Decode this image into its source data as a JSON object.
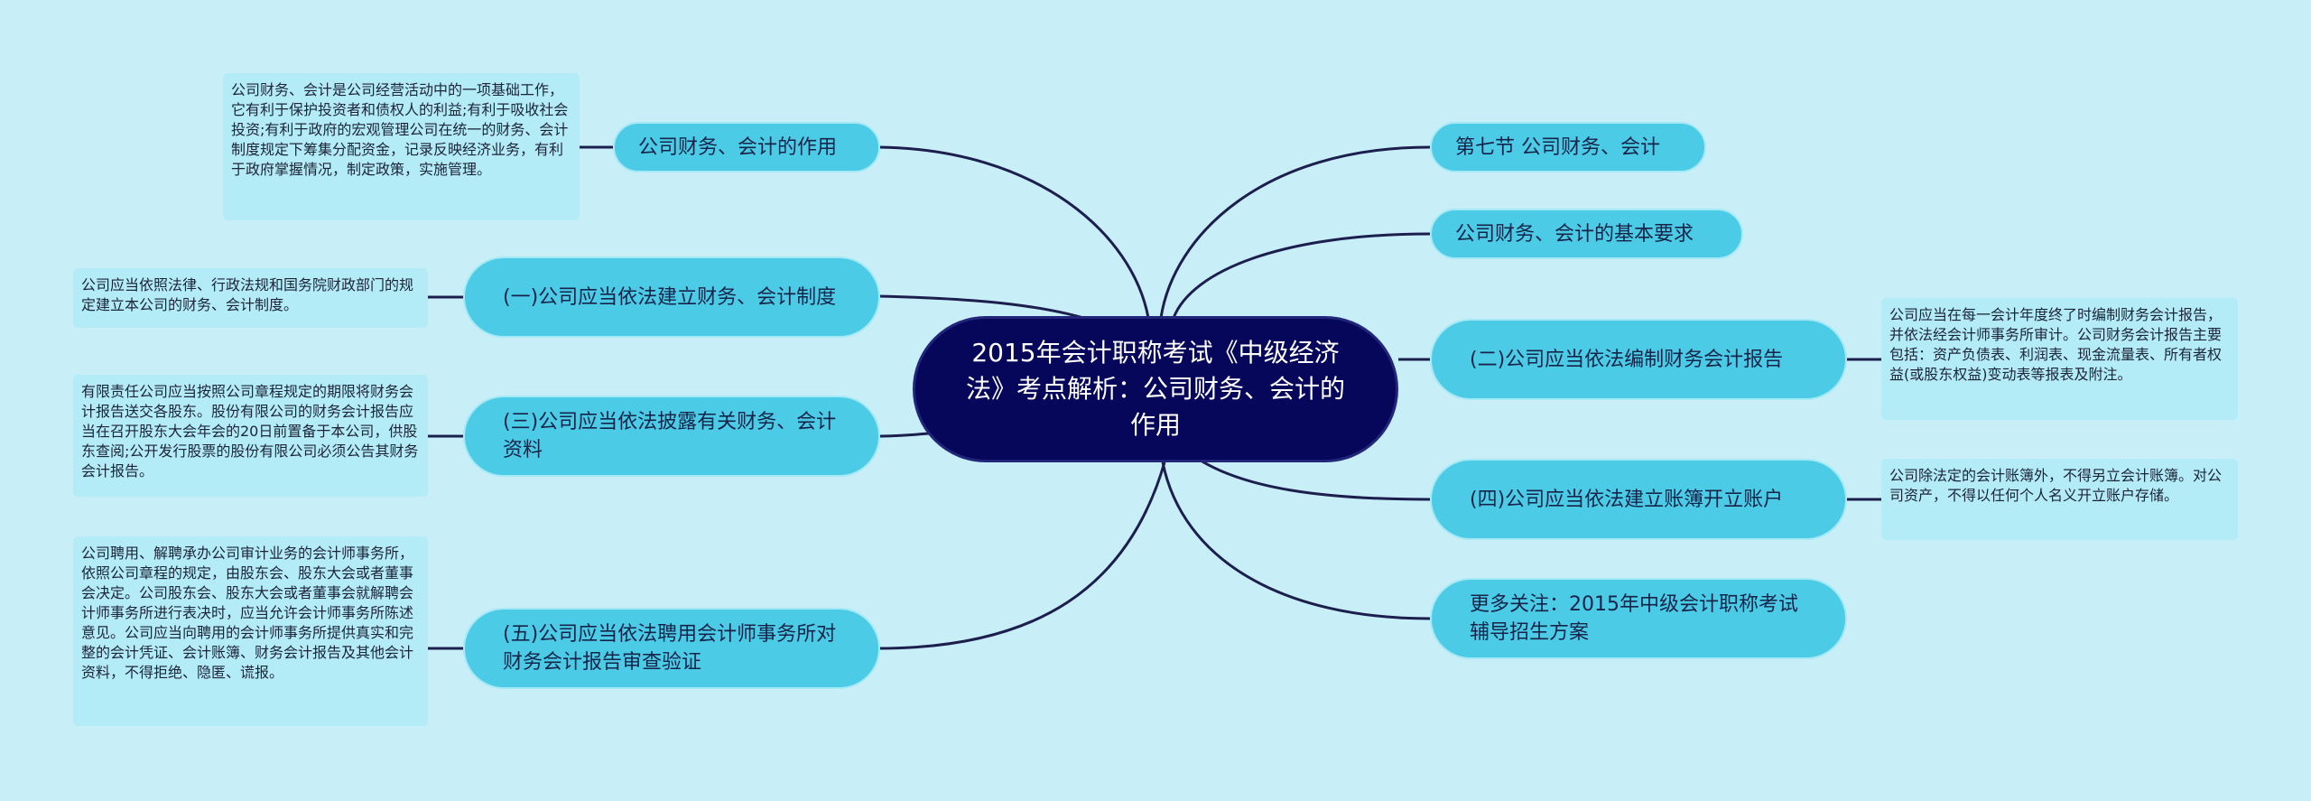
{
  "root": {
    "title": "2015年会计职称考试《中级经济法》考点解析：公司财务、会计的作用"
  },
  "left_nodes": [
    {
      "label": "公司财务、会计的作用",
      "note": "公司财务、会计是公司经营活动中的一项基础工作，它有利于保护投资者和债权人的利益;有利于吸收社会投资;有利于政府的宏观管理公司在统一的财务、会计制度规定下筹集分配资金，记录反映经济业务，有利于政府掌握情况，制定政策，实施管理。"
    },
    {
      "label": "(一)公司应当依法建立财务、会计制度",
      "note": "公司应当依照法律、行政法规和国务院财政部门的规定建立本公司的财务、会计制度。"
    },
    {
      "label": "(三)公司应当依法披露有关财务、会计资料",
      "note": "有限责任公司应当按照公司章程规定的期限将财务会计报告送交各股东。股份有限公司的财务会计报告应当在召开股东大会年会的20日前置备于本公司，供股东查阅;公开发行股票的股份有限公司必须公告其财务会计报告。"
    },
    {
      "label": "(五)公司应当依法聘用会计师事务所对财务会计报告审查验证",
      "note": "公司聘用、解聘承办公司审计业务的会计师事务所，依照公司章程的规定，由股东会、股东大会或者董事会决定。公司股东会、股东大会或者董事会就解聘会计师事务所进行表决时，应当允许会计师事务所陈述意见。公司应当向聘用的会计师事务所提供真实和完整的会计凭证、会计账簿、财务会计报告及其他会计资料，不得拒绝、隐匿、谎报。"
    }
  ],
  "right_nodes": [
    {
      "label": "第七节 公司财务、会计",
      "note": ""
    },
    {
      "label": "公司财务、会计的基本要求",
      "note": ""
    },
    {
      "label": "(二)公司应当依法编制财务会计报告",
      "note": "公司应当在每一会计年度终了时编制财务会计报告，并依法经会计师事务所审计。公司财务会计报告主要包括：资产负债表、利润表、现金流量表、所有者权益(或股东权益)变动表等报表及附注。"
    },
    {
      "label": "(四)公司应当依法建立账簿开立账户",
      "note": "公司除法定的会计账簿外，不得另立会计账簿。对公司资产，不得以任何个人名义开立账户存储。"
    },
    {
      "label": "更多关注：2015年中级会计职称考试辅导招生方案",
      "note": ""
    }
  ]
}
